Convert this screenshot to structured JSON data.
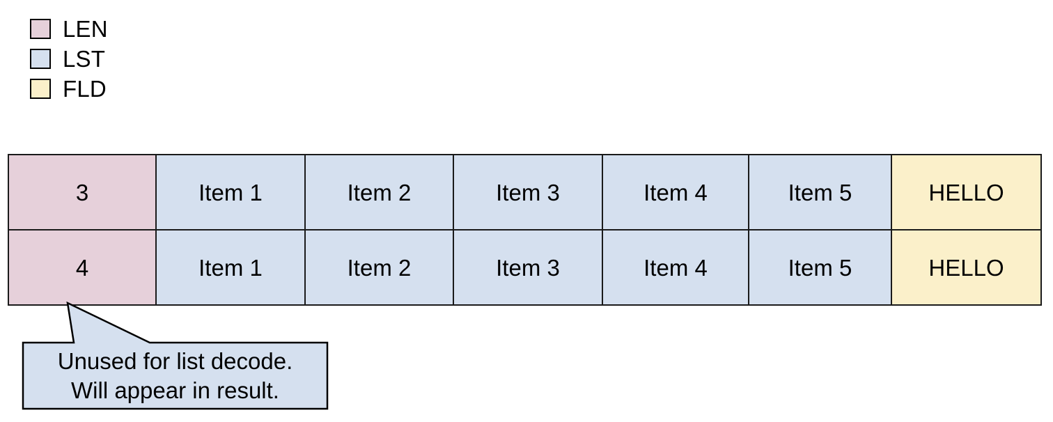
{
  "legend": {
    "items": [
      {
        "label": "LEN",
        "color": "#e6d0da",
        "icon": "swatch-icon"
      },
      {
        "label": "LST",
        "color": "#d5e0ef",
        "icon": "swatch-icon"
      },
      {
        "label": "FLD",
        "color": "#fbf0ca",
        "icon": "swatch-icon"
      }
    ]
  },
  "table": {
    "rows": [
      {
        "cells": [
          {
            "text": "3",
            "kind": "len"
          },
          {
            "text": "Item 1",
            "kind": "lst"
          },
          {
            "text": "Item 2",
            "kind": "lst"
          },
          {
            "text": "Item 3",
            "kind": "lst"
          },
          {
            "text": "Item 4",
            "kind": "lst"
          },
          {
            "text": "Item 5",
            "kind": "lst"
          },
          {
            "text": "HELLO",
            "kind": "fld"
          }
        ]
      },
      {
        "cells": [
          {
            "text": "4",
            "kind": "len"
          },
          {
            "text": "Item 1",
            "kind": "lst"
          },
          {
            "text": "Item 2",
            "kind": "lst"
          },
          {
            "text": "Item 3",
            "kind": "lst"
          },
          {
            "text": "Item 4",
            "kind": "lst"
          },
          {
            "text": "Item 5",
            "kind": "lst"
          },
          {
            "text": "HELLO",
            "kind": "fld"
          }
        ]
      }
    ]
  },
  "callout": {
    "line1": "Unused for list decode.",
    "line2": "Will appear in result.",
    "fill": "#d5e0ef",
    "stroke": "#000000"
  },
  "colors": {
    "len": "#e6d0da",
    "lst": "#d5e0ef",
    "fld": "#fbf0ca",
    "border": "#1a1a1a",
    "background": "#ffffff"
  }
}
